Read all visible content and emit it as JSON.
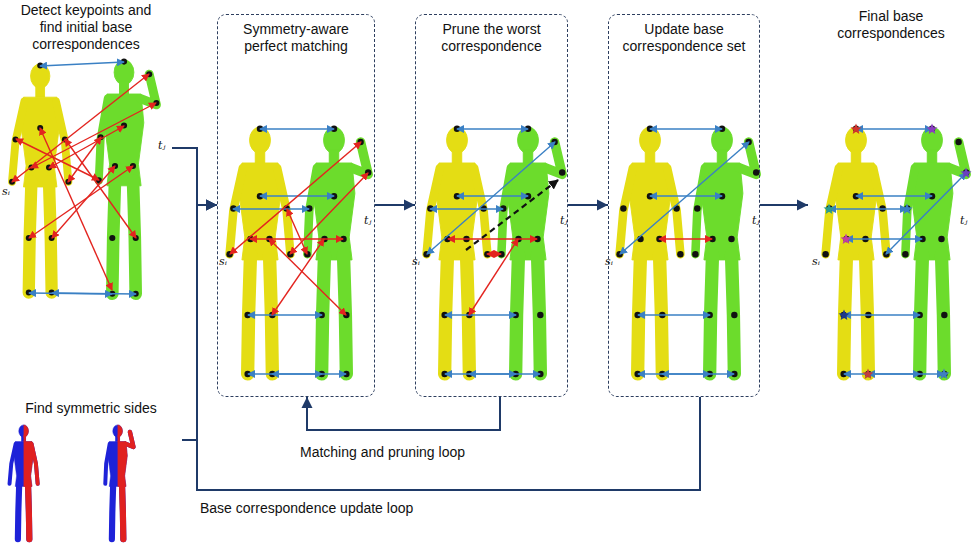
{
  "diagram": {
    "nodes": [
      {
        "text": [
          "Detect keypoints and find initial base correspondences"
        ]
      },
      {
        "text": [
          "Find symmetric sides"
        ]
      },
      {
        "text": [
          "Symmetry-aware perfect matching"
        ]
      },
      {
        "text": [
          "Prune the worst correspondence"
        ]
      },
      {
        "text": [
          "Update base correspondence set"
        ]
      },
      {
        "text": [
          "Final base correspondences"
        ]
      }
    ],
    "edges": [
      {
        "from": 0,
        "to": 2,
        "arrow": "to"
      },
      {
        "from": 1,
        "to": 2,
        "arrow": "to"
      },
      {
        "from": 2,
        "to": 3,
        "arrow": "to"
      },
      {
        "from": 3,
        "to": 4,
        "arrow": "to"
      },
      {
        "from": 4,
        "to": 5,
        "arrow": "to"
      },
      {
        "from": 3,
        "to": 2,
        "label": "Matching and pruning loop",
        "arrow": "to"
      },
      {
        "from": 4,
        "to": 2,
        "label": "Base correspondence update loop",
        "arrow": "to"
      }
    ],
    "labels": [
      "sᵢ",
      "tⱼ",
      "sᵢ",
      "tⱼ",
      "sᵢ",
      "tⱼ",
      "sᵢ",
      "tⱼ",
      "sᵢ",
      "tⱼ"
    ]
  }
}
